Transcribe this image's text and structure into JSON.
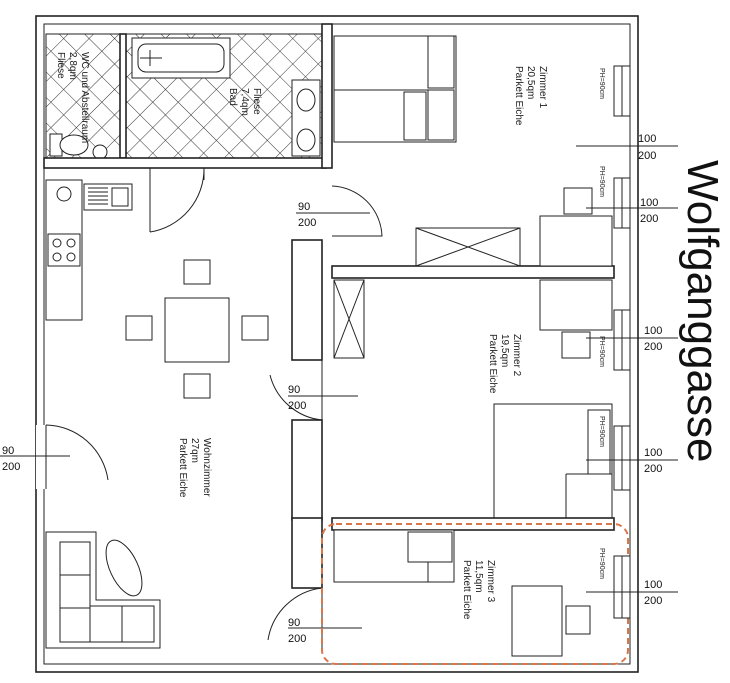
{
  "street": "Wolfganggasse",
  "rooms": {
    "wc": {
      "name": "WC und Abstellraum",
      "area": "2,8qm",
      "floor": "Fliese"
    },
    "bad": {
      "name": "Bad",
      "area": "7,4qm",
      "floor": "Fliese"
    },
    "zimmer1": {
      "name": "Zimmer 1",
      "area": "20,5qm",
      "floor": "Parkett Eiche"
    },
    "zimmer2": {
      "name": "Zimmer 2",
      "area": "19,5qm",
      "floor": "Parkett Eiche"
    },
    "zimmer3": {
      "name": "Zimmer 3",
      "area": "11,5qm",
      "floor": "Parkett Eiche"
    },
    "wohn": {
      "name": "Wohnzimmer",
      "area": "27qm",
      "floor": "Parkett Eiche"
    }
  },
  "doors": [
    {
      "w": "90",
      "h": "200"
    },
    {
      "w": "90",
      "h": "200"
    },
    {
      "w": "90",
      "h": "200"
    },
    {
      "w": "90",
      "h": "200"
    }
  ],
  "windows": [
    {
      "w": "100",
      "h": "200"
    },
    {
      "w": "100",
      "h": "200"
    },
    {
      "w": "100",
      "h": "200"
    },
    {
      "w": "100",
      "h": "200"
    },
    {
      "w": "100",
      "h": "200"
    }
  ],
  "parapet": "PH=90cm",
  "highlight_color": "#d9774a"
}
